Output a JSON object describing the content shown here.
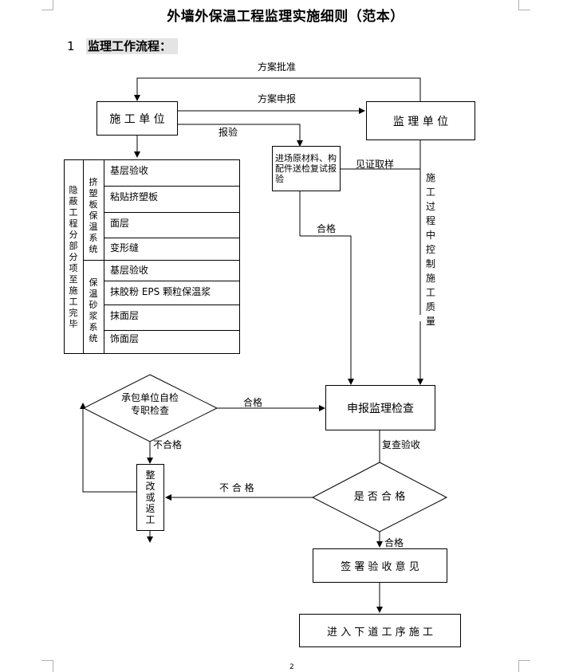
{
  "document": {
    "title": "外墙外保温工程监理实施细则（范本）",
    "section_number": "1",
    "section_title": "监理工作流程：",
    "page_number": "2"
  },
  "flow": {
    "construction_unit": "施 工 单 位",
    "supervision_unit": "监 理 单 位",
    "label_scheme_approval": "方案批准",
    "label_scheme_submit": "方案申报",
    "label_report_inspection": "报验",
    "materials_box": "进场原材料、构配件送检复试报验",
    "label_witness_sampling": "见证取样",
    "label_qualified_1": "合格",
    "process_quality_control": "施工过程中控制施工质量",
    "hidden_works": "隐蔽工程分部分项至施工完毕",
    "group_eps": "挤塑板保温系统",
    "group_mortar": "保温砂浆系统",
    "eps_steps": [
      "基层验收",
      "粘贴挤塑板",
      "面层",
      "变形缝"
    ],
    "mortar_steps": [
      "基层验收",
      "抹胶粉 EPS 颗粒保温浆",
      "抹面层",
      "饰面层"
    ],
    "contractor_self_check": "承包单位自检专职检查",
    "label_qualified_2": "合格",
    "submit_supervision_check": "申报监理检查",
    "label_unqualified_1": "不合格",
    "rectify_rework": "整改或返工",
    "label_recheck": "复查验收",
    "is_qualified": "是 否 合 格",
    "label_unqualified_2": "不 合 格",
    "label_qualified_3": "合格",
    "sign_acceptance": "签 署 验 收 意 见",
    "next_process": "进 入 下 道 工 序 施 工"
  }
}
